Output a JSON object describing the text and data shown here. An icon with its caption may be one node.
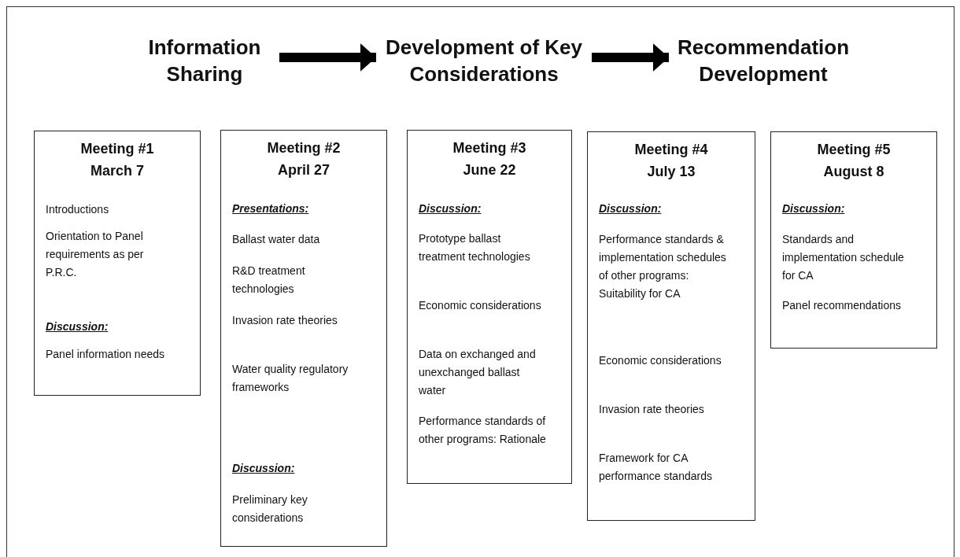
{
  "diagram": {
    "nodes": [
      {
        "text": [
          "Information Sharing"
        ]
      },
      {
        "text": [
          "Development of Key Considerations"
        ]
      },
      {
        "text": [
          "Recommendation Development"
        ]
      },
      {
        "text": [
          "Meeting #1 March 7",
          "Introductions",
          "Orientation to Panel requirements as per P.R.C.",
          "Discussion:",
          "Panel information needs"
        ]
      },
      {
        "text": [
          "Meeting #2 April 27",
          "Presentations:",
          "Ballast water data",
          "R&D treatment technologies",
          "Invasion rate theories",
          "Water quality regulatory frameworks",
          "Discussion:",
          "Preliminary key considerations"
        ]
      },
      {
        "text": [
          "Meeting #3 June 22",
          "Discussion:",
          "Prototype ballast treatment technologies",
          "Economic considerations",
          "Data on exchanged and unexchanged ballast water",
          "Performance standards of other programs: Rationale"
        ]
      },
      {
        "text": [
          "Meeting #4 July 13",
          "Discussion:",
          "Performance standards & implementation schedules of other programs: Suitability for CA",
          "Economic considerations",
          "Invasion rate theories",
          "Framework for CA performance standards"
        ]
      },
      {
        "text": [
          "Meeting #5 August 8",
          "Discussion:",
          "Standards and implementation schedule for CA",
          "Panel recommendations"
        ]
      }
    ],
    "edges": [
      {
        "from": 0,
        "to": 1,
        "arrow": "to"
      },
      {
        "from": 1,
        "to": 2,
        "arrow": "to"
      }
    ]
  }
}
